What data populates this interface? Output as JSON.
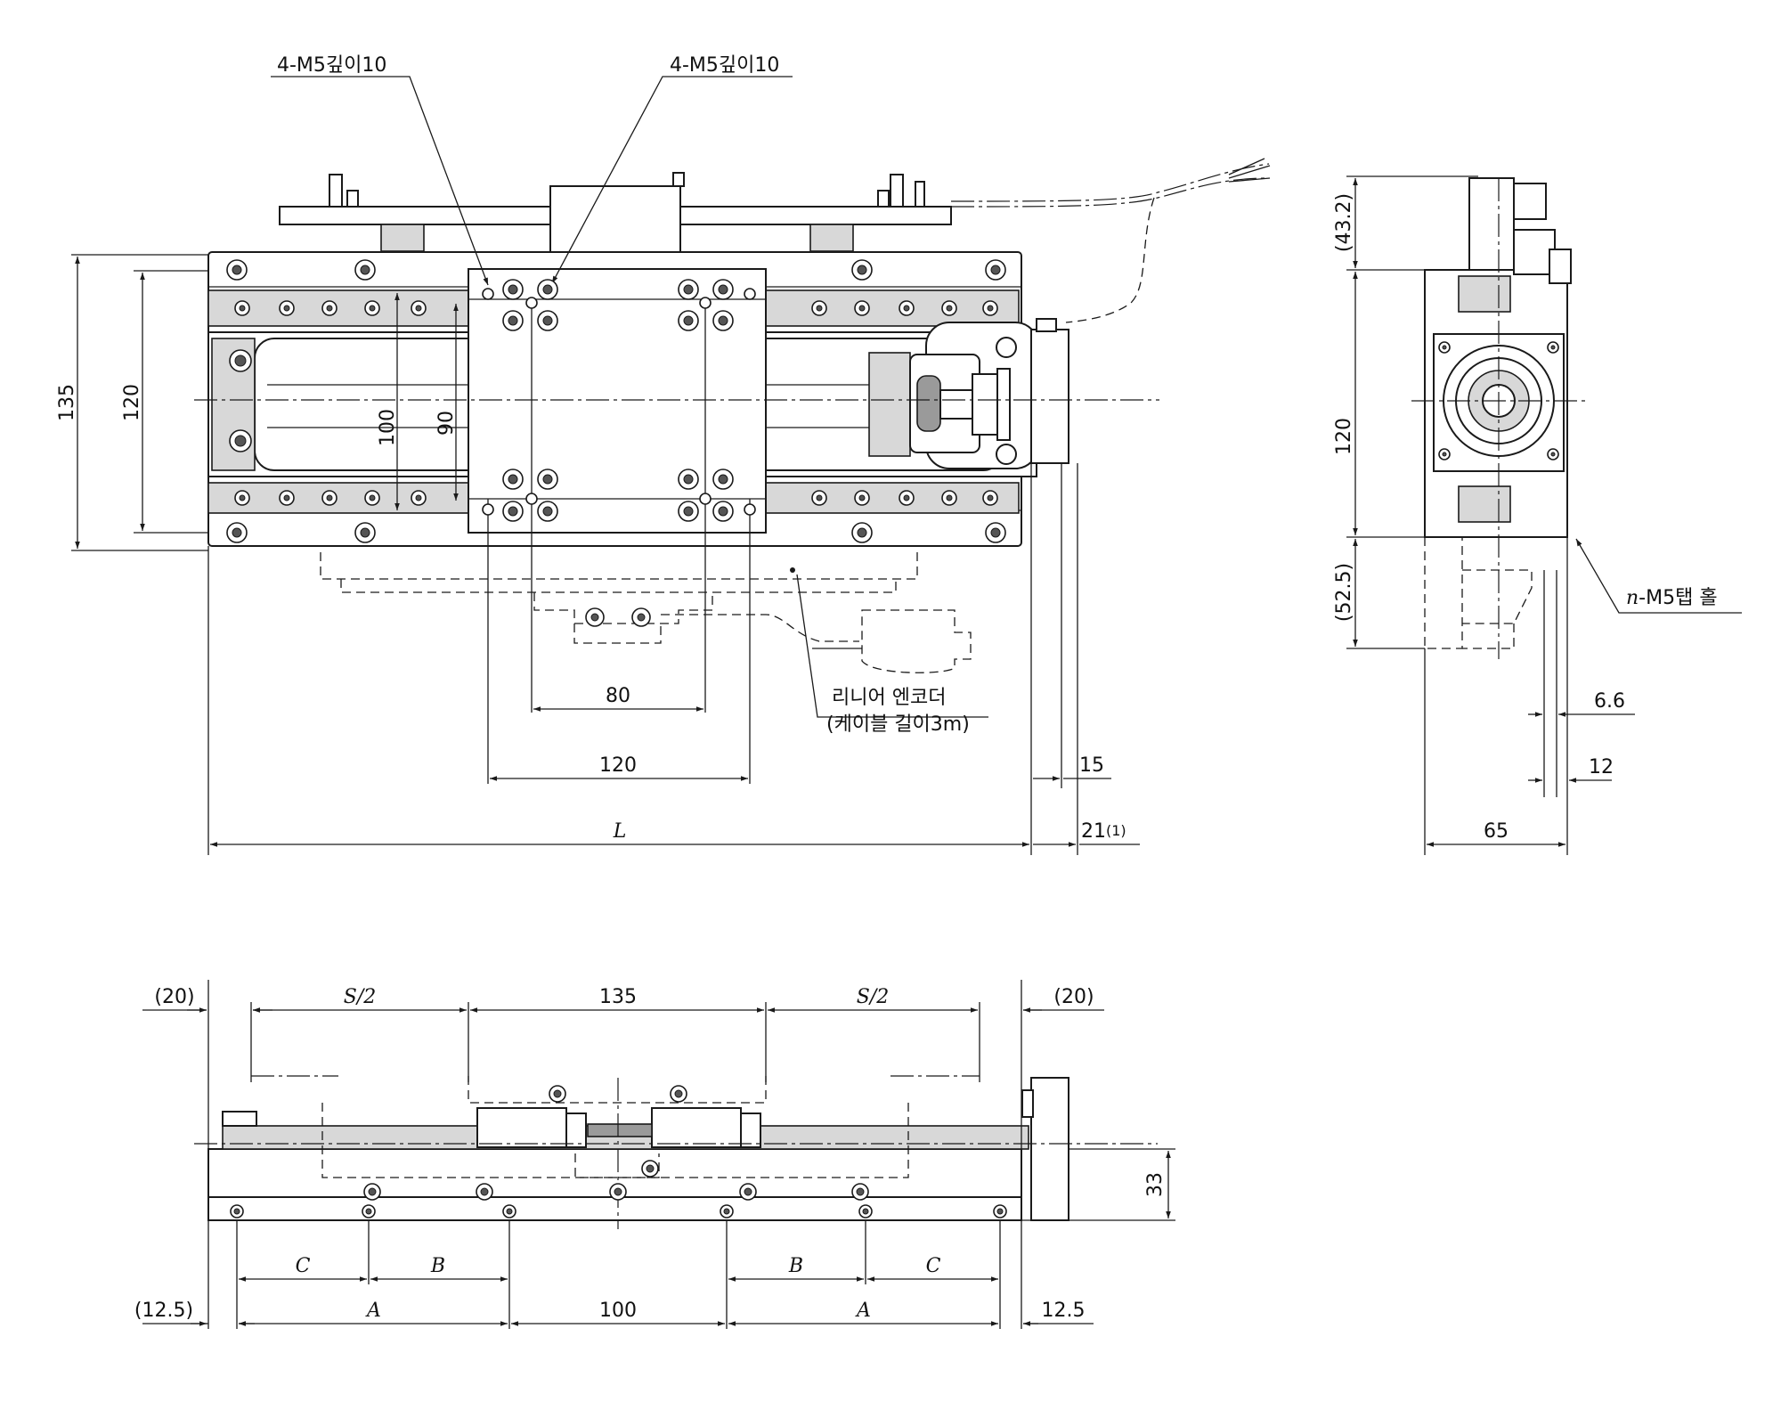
{
  "callouts": {
    "tap_left": "4-M5깊이10",
    "tap_right": "4-M5깊이10",
    "encoder_line1": "리니어 엔코더",
    "encoder_line2": "(케이블 길이3m)",
    "tap_holes_prefix": "n",
    "tap_holes_suffix": "-M5탭 홀"
  },
  "plan_view_dims": {
    "overall_height": "135",
    "rail_pitch": "120",
    "table_hole_v1": "100",
    "table_hole_v2": "90",
    "table_hole_h1": "80",
    "table_hole_h2": "120",
    "length": "L",
    "motor_flange": "15",
    "motor_total": "21",
    "motor_total_note": "(1)"
  },
  "side_view_dims": {
    "top_protrusion": "(43.2)",
    "height": "120",
    "bottom_protrusion": "(52.5)",
    "offset_1": "6.6",
    "offset_2": "12",
    "width": "65"
  },
  "front_view_dims": {
    "end_left": "(20)",
    "half_stroke_left": "S/2",
    "table_length": "135",
    "half_stroke_right": "S/2",
    "end_right": "(20)",
    "height": "33",
    "c_left": "C",
    "b_left": "B",
    "b_right": "B",
    "c_right": "C",
    "edge_left": "(12.5)",
    "a_left": "A",
    "center_pitch": "100",
    "a_right": "A",
    "edge_right": "12.5"
  },
  "colors": {
    "line": "#1a1a1a",
    "fill_light": "#d8d8d8",
    "fill_dark": "#9a9a9a",
    "background": "#ffffff"
  }
}
